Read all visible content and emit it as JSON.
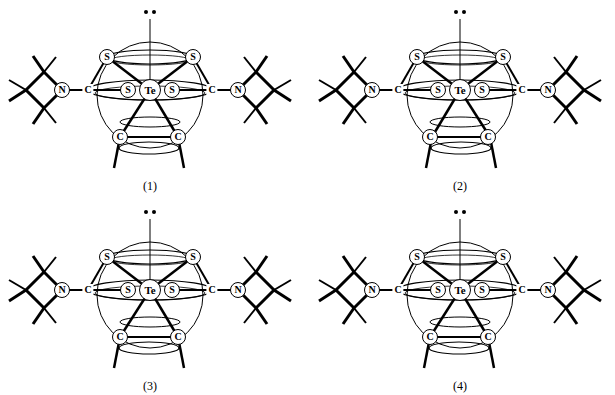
{
  "diagram": {
    "labels": [
      "S",
      "S",
      "N",
      "C",
      "S",
      "Te",
      "S",
      "C",
      "N",
      "C",
      "C",
      "(1)",
      "S",
      "S",
      "N",
      "C",
      "S",
      "Te",
      "S",
      "C",
      "N",
      "C",
      "C",
      "(2)",
      "S",
      "S",
      "N",
      "C",
      "S",
      "Te",
      "S",
      "C",
      "N",
      "C",
      "C",
      "(3)",
      "S",
      "S",
      "N",
      "C",
      "S",
      "Te",
      "S",
      "C",
      "N",
      "C",
      "C",
      "(4)"
    ]
  }
}
